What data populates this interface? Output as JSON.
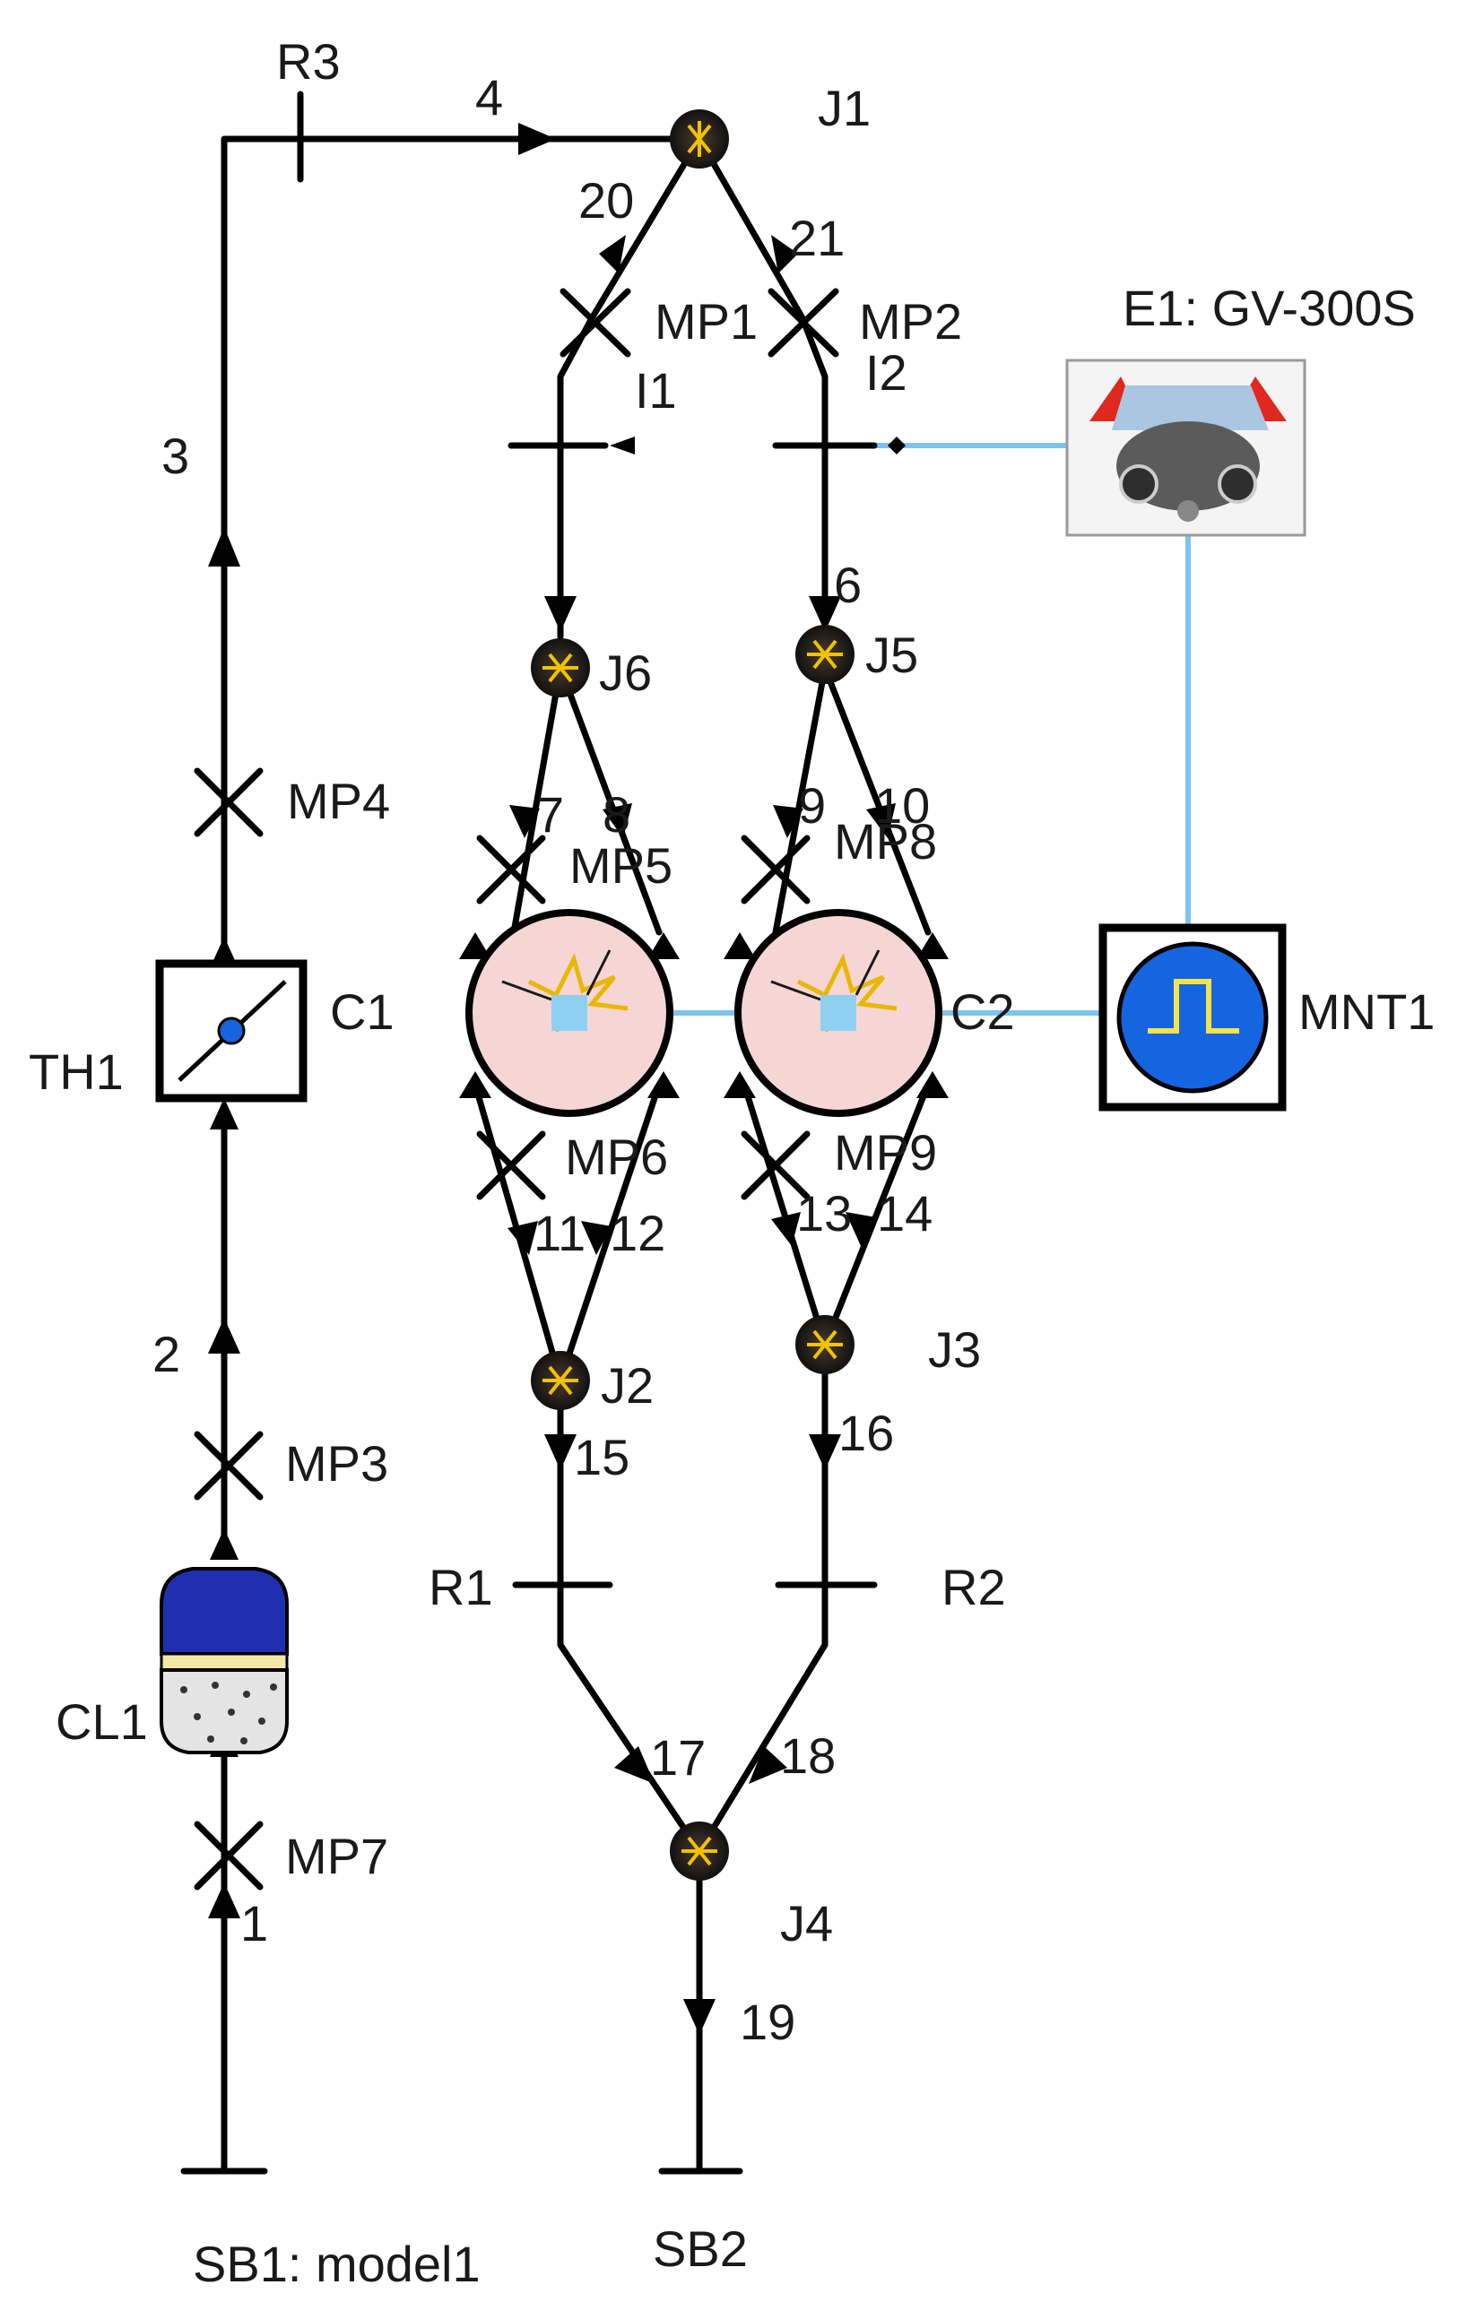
{
  "labels": {
    "R3": "R3",
    "p4": "4",
    "J1": "J1",
    "p20": "20",
    "p21": "21",
    "MP1": "MP1",
    "MP2": "MP2",
    "E1": "E1: GV-300S",
    "I1": "I1",
    "I2": "I2",
    "p3": "3",
    "p6": "6",
    "J6": "J6",
    "J5": "J5",
    "p7": "7",
    "p8": "8",
    "p9": "9",
    "p10": "10",
    "MP4": "MP4",
    "MP5": "MP5",
    "MP8": "MP8",
    "C1": "C1",
    "TH1": "TH1",
    "C2": "C2",
    "MNT1": "MNT1",
    "MP6": "MP6",
    "MP9": "MP9",
    "p11": "11",
    "p12": "12",
    "p13": "13",
    "p14": "14",
    "p2": "2",
    "J2": "J2",
    "J3": "J3",
    "p15": "15",
    "p16": "16",
    "MP3": "MP3",
    "R1": "R1",
    "R2": "R2",
    "CL1": "CL1",
    "p17": "17",
    "p18": "18",
    "MP7": "MP7",
    "p1": "1",
    "J4": "J4",
    "p19": "19",
    "SB1": "SB1: model1",
    "SB2": "SB2"
  },
  "colors": {
    "pipe": "#000000",
    "signal": "#7cc4ef",
    "chamber_fill": "#f6d5d5",
    "tank_top": "#1f2fb0",
    "tank_band": "#f3e8a8",
    "monitor_fill": "#1565e0",
    "engine_red": "#e0281e"
  }
}
